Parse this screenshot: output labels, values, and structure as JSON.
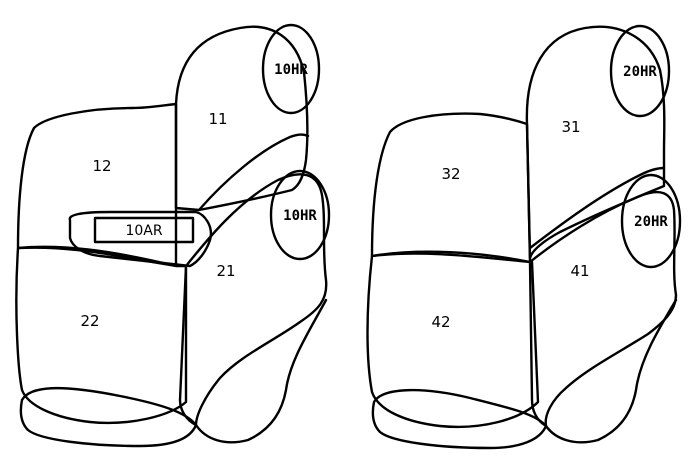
{
  "left_seat": {
    "headrest_rear": "10HR",
    "headrest_front": "10HR",
    "armrest": "10AR",
    "parts": {
      "p11": "11",
      "p12": "12",
      "p21": "21",
      "p22": "22"
    }
  },
  "right_seat": {
    "headrest_rear": "20HR",
    "headrest_front": "20HR",
    "parts": {
      "p31": "31",
      "p32": "32",
      "p41": "41",
      "p42": "42"
    }
  }
}
